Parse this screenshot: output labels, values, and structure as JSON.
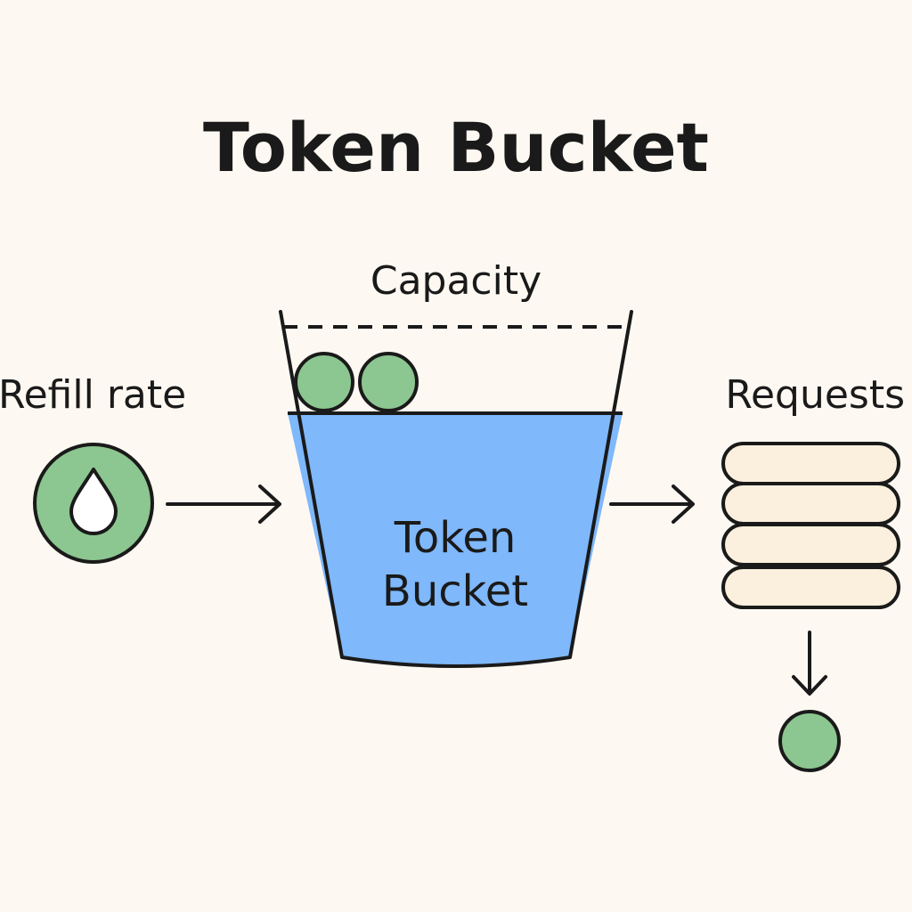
{
  "diagram": {
    "title": "Token Bucket",
    "capacity_label": "Capacity",
    "refill_label": "Refill rate",
    "requests_label": "Requests",
    "bucket_label_line1": "Token",
    "bucket_label_line2": "Bucket",
    "colors": {
      "background": "#fdf9f2",
      "token_green": "#8cc690",
      "bucket_blue": "#7fb8fb",
      "request_cream": "#fbf0dd",
      "stroke": "#1a1a1a"
    },
    "icons": {
      "refill": "water-drop-icon",
      "tokens": "token-icon",
      "requests": "request-stack-icon"
    }
  }
}
